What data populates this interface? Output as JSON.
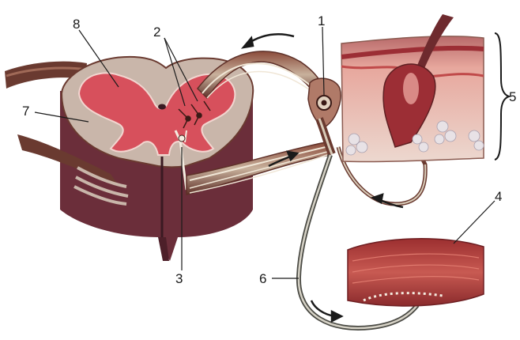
{
  "labels": [
    "1",
    "2",
    "3",
    "4",
    "5",
    "6",
    "7",
    "8"
  ],
  "colors": {
    "cord_outer": "#6b2e3a",
    "white_matter": "#c9b6aa",
    "gray_matter": "#d7505c",
    "nerve_dark": "#6a3a30",
    "nerve_light": "#d8cbb8",
    "skin_pink": "#d98a86",
    "skin_dark": "#9c2e35",
    "muscle": "#b8443f",
    "arrow": "#1a1a1a"
  }
}
